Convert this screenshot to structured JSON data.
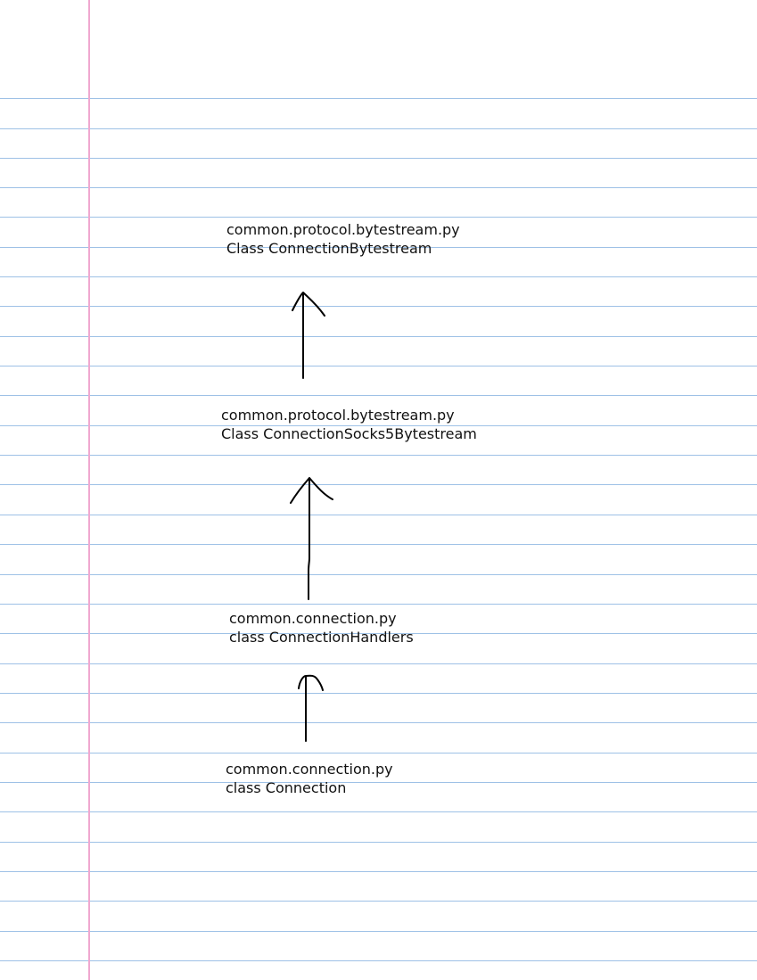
{
  "colors": {
    "paper": "#ffffff",
    "rule_lines": "#9ec1e6",
    "margin_line": "#f0a8d0",
    "ink": "#000000"
  },
  "nodes": [
    {
      "module": "common.protocol.bytestream.py",
      "cls": "Class ConnectionBytestream"
    },
    {
      "module": "common.protocol.bytestream.py",
      "cls": "Class ConnectionSocks5Bytestream"
    },
    {
      "module": "common.connection.py",
      "cls": "class ConnectionHandlers"
    },
    {
      "module": "common.connection.py",
      "cls": "class Connection"
    }
  ],
  "edges": [
    {
      "from": 1,
      "to": 0,
      "icon": "arrow-up-icon"
    },
    {
      "from": 2,
      "to": 1,
      "icon": "arrow-up-icon"
    },
    {
      "from": 3,
      "to": 2,
      "icon": "arrow-up-icon"
    }
  ]
}
